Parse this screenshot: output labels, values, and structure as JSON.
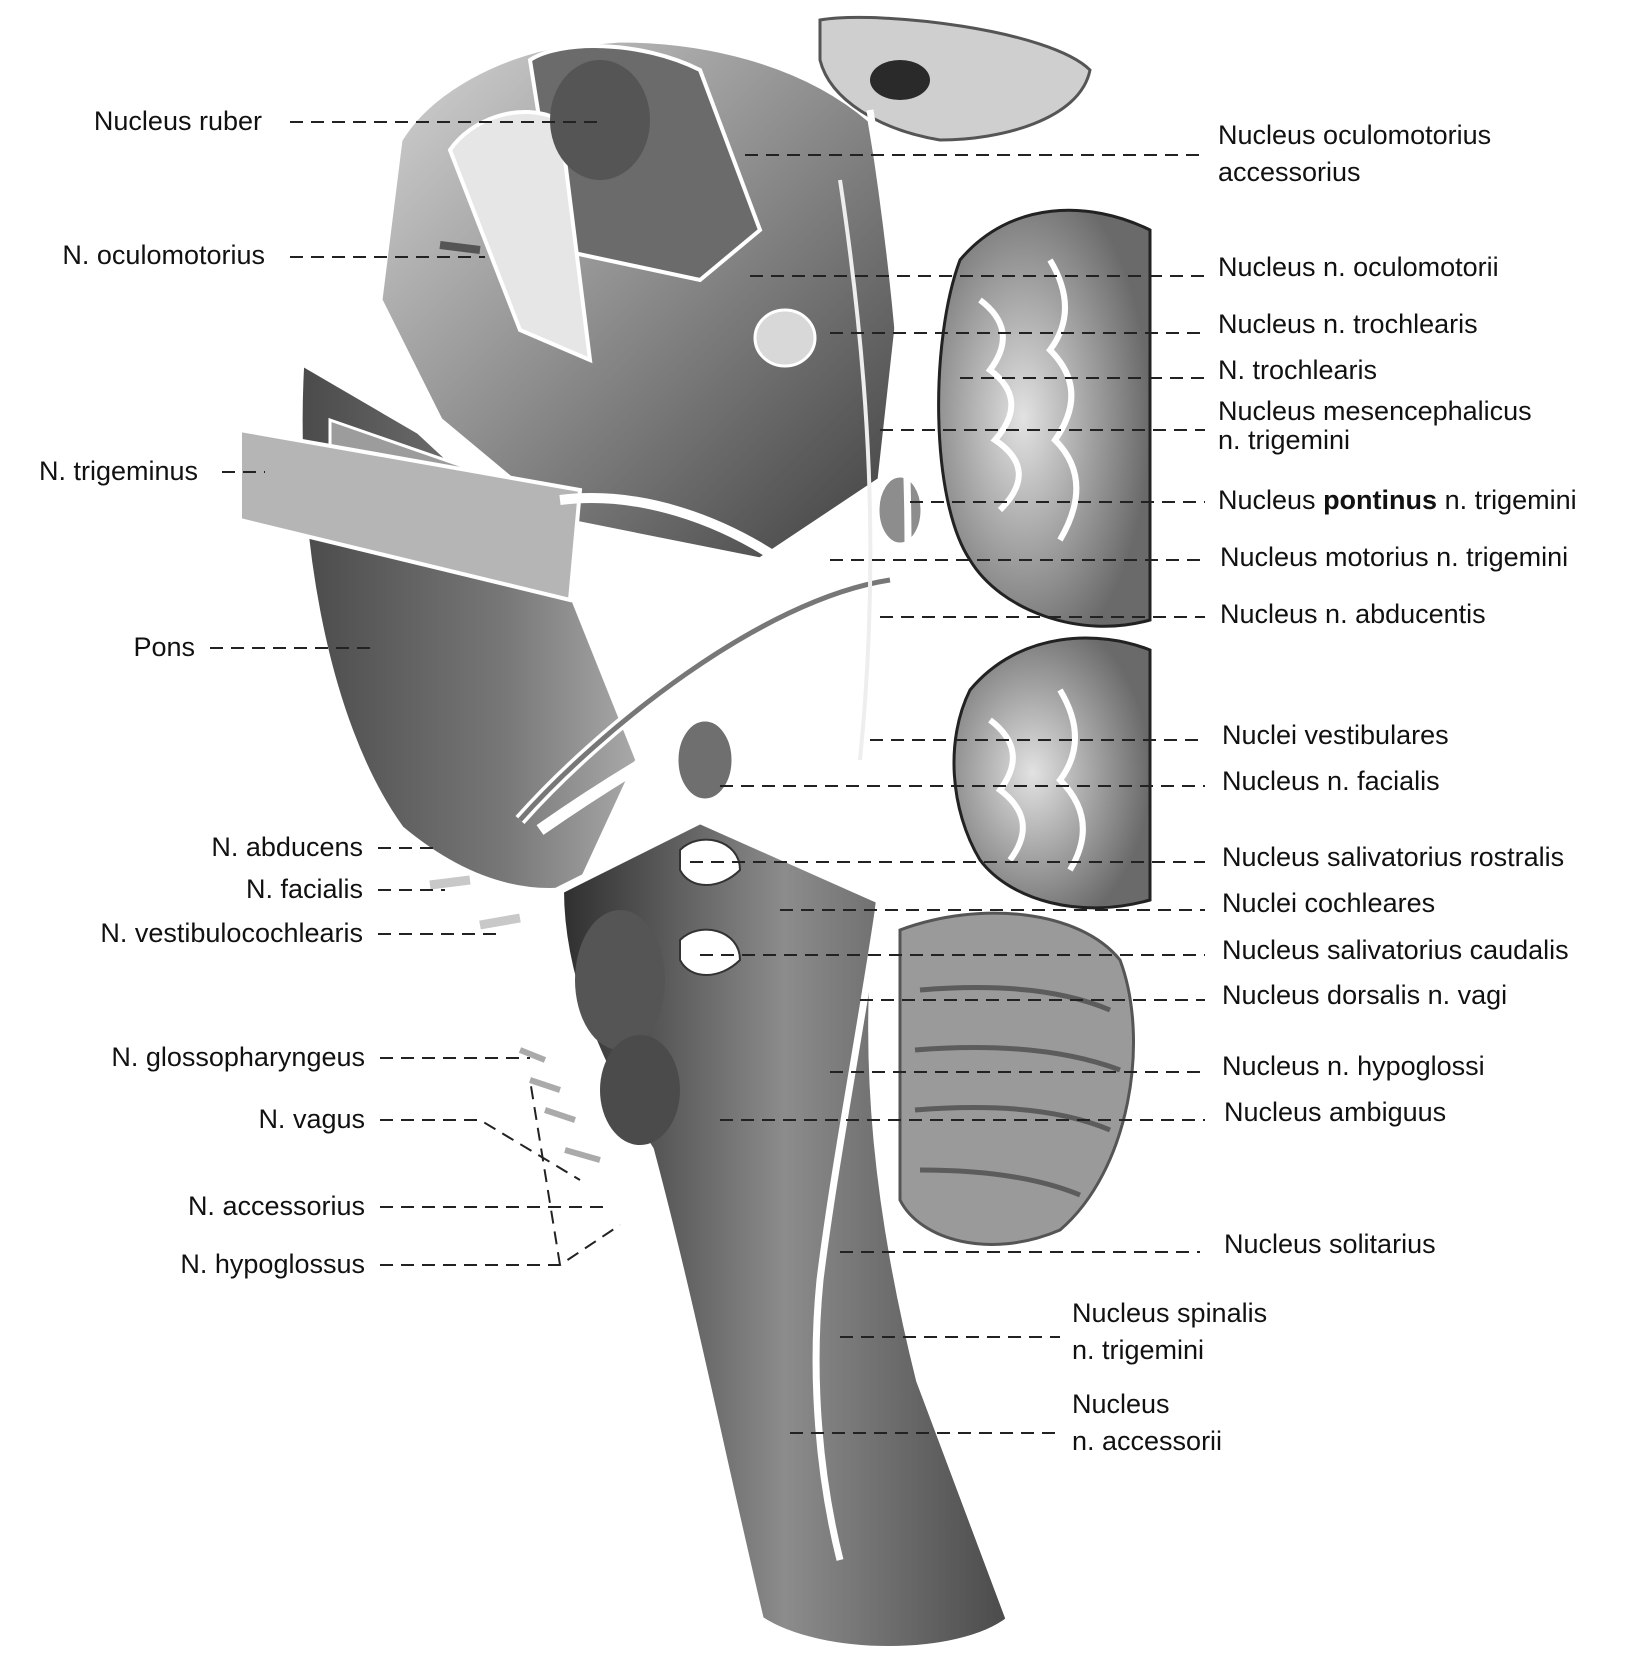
{
  "colors": {
    "outline": "#ffffff",
    "tissue_dark": "#3a3a3a",
    "tissue_mid": "#7d7d7d",
    "tissue_light": "#c9c9c9",
    "ink": "#111111"
  },
  "labels_left": {
    "nucleus_ruber": "Nucleus ruber",
    "n_oculomotorius": "N. oculomotorius",
    "n_trigeminus": "N. trigeminus",
    "pons": "Pons",
    "n_abducens": "N. abducens",
    "n_facialis": "N. facialis",
    "n_vestibulocochlearis": "N. vestibulocochlearis",
    "n_glossopharyngeus": "N. glossopharyngeus",
    "n_vagus": "N. vagus",
    "n_accessorius": "N. accessorius",
    "n_hypoglossus": "N. hypoglossus"
  },
  "labels_right": {
    "nucleus_oculomotorius_accessorius_1": "Nucleus oculomotorius",
    "nucleus_oculomotorius_accessorius_2": "accessorius",
    "nucleus_n_oculomotorii": "Nucleus n. oculomotorii",
    "nucleus_n_trochlearis": "Nucleus n. trochlearis",
    "n_trochlearis": "N. trochlearis",
    "nucleus_mesencephalicus_1": "Nucleus mesencephalicus",
    "nucleus_mesencephalicus_2": "n. trigemini",
    "nucleus_pontinus_a": "Nucleus",
    "nucleus_pontinus_b": "pontinus",
    "nucleus_pontinus_c": "n. trigemini",
    "nucleus_motorius": "Nucleus motorius n. trigemini",
    "nucleus_n_abducentis": "Nucleus n. abducentis",
    "nuclei_vestibulares": "Nuclei vestibulares",
    "nucleus_n_facialis": "Nucleus n. facialis",
    "nucleus_salivatorius_rostralis": "Nucleus salivatorius rostralis",
    "nuclei_cochleares": "Nuclei cochleares",
    "nucleus_salivatorius_caudalis": "Nucleus salivatorius caudalis",
    "nucleus_dorsalis_n_vagi": "Nucleus dorsalis n. vagi",
    "nucleus_n_hypoglossi": "Nucleus n. hypoglossi",
    "nucleus_ambiguus": "Nucleus ambiguus",
    "nucleus_solitarius": "Nucleus solitarius",
    "nucleus_spinalis_1": "Nucleus spinalis",
    "nucleus_spinalis_2": "n. trigemini",
    "nucleus_n_accessorii_1": "Nucleus",
    "nucleus_n_accessorii_2": "n. accessorii"
  }
}
